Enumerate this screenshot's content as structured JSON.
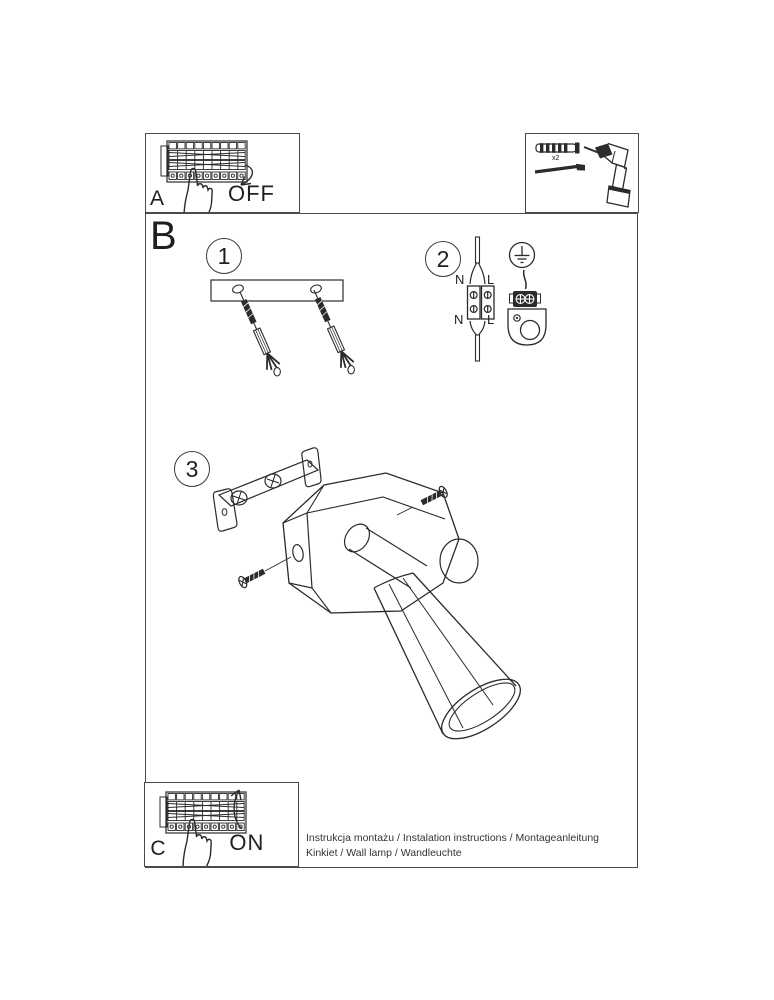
{
  "page_bg": "#ffffff",
  "line_color": "#2b2b2b",
  "box_a": {
    "label": "A",
    "state": "OFF"
  },
  "box_c": {
    "label": "C",
    "state": "ON"
  },
  "tools": {
    "anchor_count": "x2",
    "icons": [
      "wall-anchor-icon",
      "screw-icon",
      "drill-icon"
    ]
  },
  "section_b": {
    "label": "B"
  },
  "steps": {
    "step1": "1",
    "step2": "2",
    "step3": "3"
  },
  "wiring": {
    "top_left": "N",
    "top_right": "L",
    "bottom_left": "N",
    "bottom_right": "L"
  },
  "footer": {
    "line1": "Instrukcja montażu / Instalation instructions / Montageanleitung",
    "line2": "Kinkiet  / Wall lamp / Wandleuchte"
  }
}
